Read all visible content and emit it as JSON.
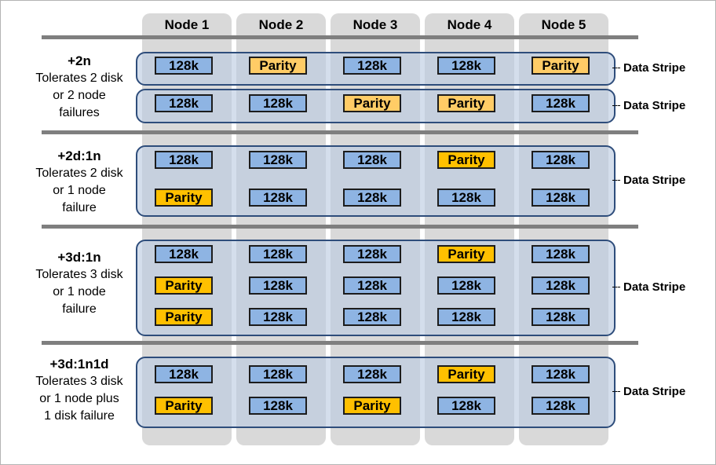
{
  "nodes": [
    "Node 1",
    "Node 2",
    "Node 3",
    "Node 4",
    "Node 5"
  ],
  "stripe_label": "Data Stripe",
  "groups": [
    {
      "title": "+2n",
      "description": [
        "Tolerates 2 disk",
        "or 2 node",
        "failures"
      ],
      "stripes": [
        {
          "rows": [
            [
              "128k",
              "Parity",
              "128k",
              "128k",
              "Parity"
            ]
          ]
        },
        {
          "rows": [
            [
              "128k",
              "128k",
              "Parity",
              "Parity",
              "128k"
            ]
          ]
        }
      ]
    },
    {
      "title": "+2d:1n",
      "description": [
        "Tolerates 2 disk",
        "or 1 node",
        "failure"
      ],
      "stripes": [
        {
          "rows": [
            [
              "128k",
              "128k",
              "128k",
              "Parity",
              "128k"
            ],
            [
              "Parity",
              "128k",
              "128k",
              "128k",
              "128k"
            ]
          ]
        }
      ]
    },
    {
      "title": "+3d:1n",
      "description": [
        "Tolerates 3 disk",
        "or 1 node",
        "failure"
      ],
      "stripes": [
        {
          "rows": [
            [
              "128k",
              "128k",
              "128k",
              "Parity",
              "128k"
            ],
            [
              "Parity",
              "128k",
              "128k",
              "128k",
              "128k"
            ],
            [
              "Parity",
              "128k",
              "128k",
              "128k",
              "128k"
            ]
          ]
        }
      ]
    },
    {
      "title": "+3d:1n1d",
      "description": [
        "Tolerates 3 disk",
        "or 1 node plus",
        "1 disk failure"
      ],
      "stripes": [
        {
          "rows": [
            [
              "128k",
              "128k",
              "128k",
              "Parity",
              "128k"
            ],
            [
              "Parity",
              "128k",
              "Parity",
              "128k",
              "128k"
            ]
          ]
        }
      ]
    }
  ],
  "colors": {
    "node_column": "#d9d9d9",
    "data_block": "#8eb4e3",
    "parity_block": "#ffc000",
    "parity_block_light": "#ffcc66",
    "stripe_border": "#2e4d7b",
    "separator": "#7f7f7f"
  }
}
